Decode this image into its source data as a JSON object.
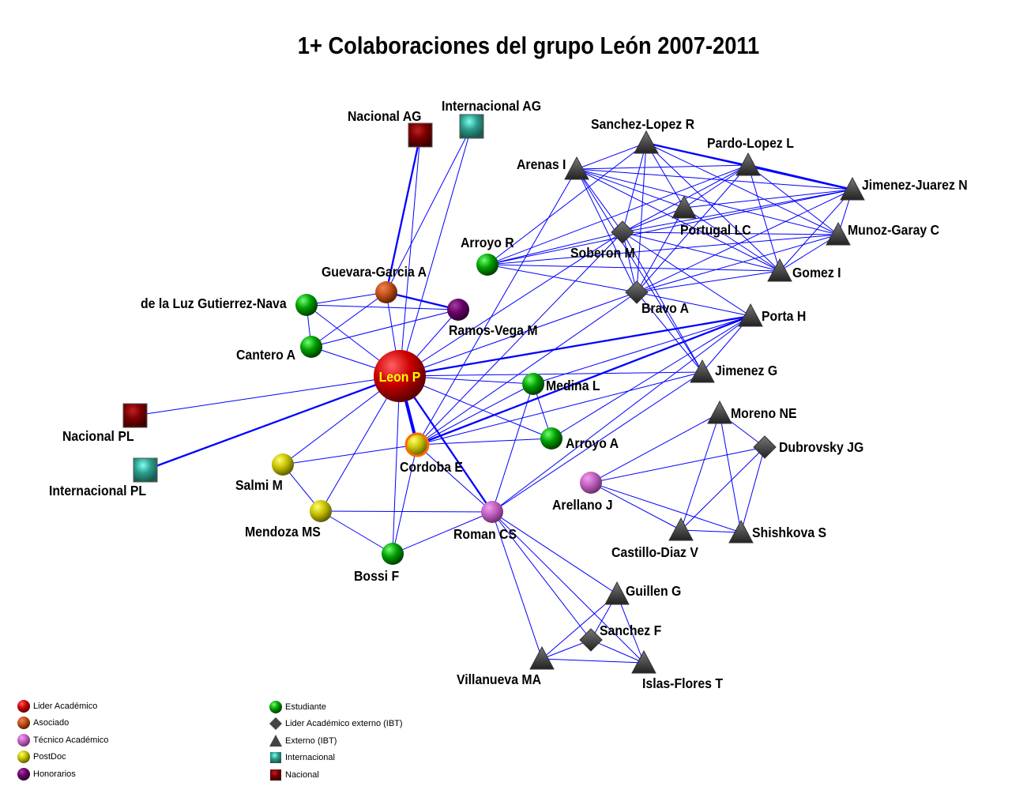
{
  "title": "1+ Colaboraciones del grupo León 2007-2011",
  "colors": {
    "edge": "#0000ff",
    "lider": "#cc0000",
    "asociado": "#c0501a",
    "tecnico": "#c060c0",
    "postdoc": "#c8c000",
    "honorarios": "#6a006a",
    "estudiante": "#00a000",
    "externo": "#444444",
    "internacional": "#2a9a8a",
    "nacional": "#7a0000"
  },
  "nodes": [
    {
      "id": "leon",
      "label": "Leon P",
      "type": "lider"
    },
    {
      "id": "nacag",
      "label": "Nacional AG",
      "type": "nacional"
    },
    {
      "id": "intag",
      "label": "Internacional AG",
      "type": "internacional"
    },
    {
      "id": "sanlop",
      "label": "Sanchez-Lopez R",
      "type": "externo"
    },
    {
      "id": "arenas",
      "label": "Arenas I",
      "type": "externo"
    },
    {
      "id": "pardo",
      "label": "Pardo-Lopez L",
      "type": "externo"
    },
    {
      "id": "jj",
      "label": "Jimenez-Juarez N",
      "type": "externo"
    },
    {
      "id": "portugal",
      "label": "Portugal LC",
      "type": "externo"
    },
    {
      "id": "munoz",
      "label": "Munoz-Garay C",
      "type": "externo"
    },
    {
      "id": "soberon",
      "label": "Soberon M",
      "type": "lider_externo"
    },
    {
      "id": "arroyor",
      "label": "Arroyo R",
      "type": "estudiante"
    },
    {
      "id": "gomez",
      "label": "Gomez I",
      "type": "externo"
    },
    {
      "id": "bravo",
      "label": "Bravo A",
      "type": "lider_externo"
    },
    {
      "id": "porta",
      "label": "Porta H",
      "type": "externo"
    },
    {
      "id": "jimenezg",
      "label": "Jimenez G",
      "type": "externo"
    },
    {
      "id": "guevara",
      "label": "Guevara-Garcia A",
      "type": "asociado"
    },
    {
      "id": "ramos",
      "label": "Ramos-Vega M",
      "type": "honorarios"
    },
    {
      "id": "delaluz",
      "label": "de la Luz Gutierrez-Nava",
      "type": "estudiante"
    },
    {
      "id": "cantero",
      "label": "Cantero A",
      "type": "estudiante"
    },
    {
      "id": "medina",
      "label": "Medina L",
      "type": "estudiante"
    },
    {
      "id": "arroyoa",
      "label": "Arroyo A",
      "type": "estudiante"
    },
    {
      "id": "cordoba",
      "label": "Cordoba E",
      "type": "postdoc"
    },
    {
      "id": "nacpl",
      "label": "Nacional PL",
      "type": "nacional"
    },
    {
      "id": "intpl",
      "label": "Internacional PL",
      "type": "internacional"
    },
    {
      "id": "salmi",
      "label": "Salmi M",
      "type": "postdoc"
    },
    {
      "id": "mendoza",
      "label": "Mendoza MS",
      "type": "postdoc"
    },
    {
      "id": "roman",
      "label": "Roman CS",
      "type": "tecnico"
    },
    {
      "id": "bossi",
      "label": "Bossi F",
      "type": "estudiante"
    },
    {
      "id": "moreno",
      "label": "Moreno NE",
      "type": "externo"
    },
    {
      "id": "dubrovsky",
      "label": "Dubrovsky JG",
      "type": "lider_externo"
    },
    {
      "id": "arellano",
      "label": "Arellano J",
      "type": "tecnico"
    },
    {
      "id": "castillo",
      "label": "Castillo-Diaz V",
      "type": "externo"
    },
    {
      "id": "shishkova",
      "label": "Shishkova S",
      "type": "externo"
    },
    {
      "id": "guillen",
      "label": "Guillen G",
      "type": "externo"
    },
    {
      "id": "sanchezf",
      "label": "Sanchez F",
      "type": "lider_externo"
    },
    {
      "id": "villanueva",
      "label": "Villanueva MA",
      "type": "externo"
    },
    {
      "id": "islas",
      "label": "Islas-Flores T",
      "type": "externo"
    }
  ],
  "edges": [
    [
      "leon",
      "nacag",
      1
    ],
    [
      "leon",
      "intag",
      1
    ],
    [
      "leon",
      "guevara",
      1
    ],
    [
      "leon",
      "ramos",
      1
    ],
    [
      "leon",
      "delaluz",
      1
    ],
    [
      "leon",
      "cantero",
      1
    ],
    [
      "leon",
      "nacpl",
      1
    ],
    [
      "leon",
      "intpl",
      2
    ],
    [
      "leon",
      "salmi",
      1
    ],
    [
      "leon",
      "mendoza",
      1
    ],
    [
      "leon",
      "bossi",
      1
    ],
    [
      "leon",
      "cordoba",
      3
    ],
    [
      "leon",
      "roman",
      2
    ],
    [
      "leon",
      "medina",
      1
    ],
    [
      "leon",
      "arroyoa",
      1
    ],
    [
      "leon",
      "jimenezg",
      1
    ],
    [
      "leon",
      "porta",
      2
    ],
    [
      "leon",
      "soberon",
      1
    ],
    [
      "leon",
      "bravo",
      1
    ],
    [
      "guevara",
      "nacag",
      2
    ],
    [
      "guevara",
      "intag",
      1
    ],
    [
      "guevara",
      "delaluz",
      1
    ],
    [
      "guevara",
      "ramos",
      2
    ],
    [
      "guevara",
      "cantero",
      1
    ],
    [
      "delaluz",
      "ramos",
      1
    ],
    [
      "delaluz",
      "cantero",
      1
    ],
    [
      "cantero",
      "ramos",
      1
    ],
    [
      "cordoba",
      "porta",
      2
    ],
    [
      "cordoba",
      "jimenezg",
      1
    ],
    [
      "cordoba",
      "medina",
      1
    ],
    [
      "cordoba",
      "arroyoa",
      1
    ],
    [
      "cordoba",
      "salmi",
      1
    ],
    [
      "cordoba",
      "bossi",
      1
    ],
    [
      "cordoba",
      "roman",
      1
    ],
    [
      "cordoba",
      "soberon",
      1
    ],
    [
      "cordoba",
      "bravo",
      1
    ],
    [
      "cordoba",
      "arenas",
      1
    ],
    [
      "roman",
      "mendoza",
      1
    ],
    [
      "roman",
      "bossi",
      1
    ],
    [
      "roman",
      "medina",
      1
    ],
    [
      "roman",
      "porta",
      1
    ],
    [
      "roman",
      "jimenezg",
      1
    ],
    [
      "roman",
      "villanueva",
      1
    ],
    [
      "roman",
      "islas",
      1
    ],
    [
      "roman",
      "guillen",
      1
    ],
    [
      "roman",
      "sanchezf",
      1
    ],
    [
      "mendoza",
      "bossi",
      1
    ],
    [
      "mendoza",
      "salmi",
      1
    ],
    [
      "medina",
      "arroyoa",
      1
    ],
    [
      "medina",
      "porta",
      1
    ],
    [
      "sanlop",
      "arenas",
      1
    ],
    [
      "sanlop",
      "pardo",
      1
    ],
    [
      "sanlop",
      "jj",
      2
    ],
    [
      "sanlop",
      "portugal",
      1
    ],
    [
      "sanlop",
      "munoz",
      1
    ],
    [
      "sanlop",
      "soberon",
      1
    ],
    [
      "sanlop",
      "gomez",
      1
    ],
    [
      "sanlop",
      "bravo",
      1
    ],
    [
      "sanlop",
      "arroyor",
      1
    ],
    [
      "arenas",
      "pardo",
      1
    ],
    [
      "arenas",
      "jj",
      1
    ],
    [
      "arenas",
      "munoz",
      1
    ],
    [
      "arenas",
      "gomez",
      1
    ],
    [
      "arenas",
      "soberon",
      1
    ],
    [
      "arenas",
      "bravo",
      1
    ],
    [
      "arenas",
      "portugal",
      1
    ],
    [
      "arenas",
      "jimenezg",
      1
    ],
    [
      "pardo",
      "jj",
      2
    ],
    [
      "pardo",
      "soberon",
      1
    ],
    [
      "pardo",
      "bravo",
      1
    ],
    [
      "pardo",
      "gomez",
      1
    ],
    [
      "pardo",
      "munoz",
      1
    ],
    [
      "pardo",
      "arroyor",
      1
    ],
    [
      "pardo",
      "portugal",
      1
    ],
    [
      "jj",
      "soberon",
      1
    ],
    [
      "jj",
      "bravo",
      1
    ],
    [
      "jj",
      "gomez",
      1
    ],
    [
      "jj",
      "munoz",
      1
    ],
    [
      "jj",
      "arroyor",
      1
    ],
    [
      "jj",
      "portugal",
      1
    ],
    [
      "portugal",
      "soberon",
      1
    ],
    [
      "portugal",
      "bravo",
      1
    ],
    [
      "portugal",
      "gomez",
      1
    ],
    [
      "munoz",
      "soberon",
      1
    ],
    [
      "munoz",
      "bravo",
      1
    ],
    [
      "munoz",
      "gomez",
      1
    ],
    [
      "munoz",
      "arroyor",
      1
    ],
    [
      "soberon",
      "bravo",
      1
    ],
    [
      "soberon",
      "gomez",
      1
    ],
    [
      "soberon",
      "arroyor",
      1
    ],
    [
      "soberon",
      "porta",
      1
    ],
    [
      "soberon",
      "jimenezg",
      1
    ],
    [
      "gomez",
      "arroyor",
      1
    ],
    [
      "gomez",
      "bravo",
      1
    ],
    [
      "bravo",
      "arroyor",
      1
    ],
    [
      "bravo",
      "porta",
      1
    ],
    [
      "bravo",
      "jimenezg",
      1
    ],
    [
      "porta",
      "arroyoa",
      1
    ],
    [
      "porta",
      "jimenezg",
      1
    ],
    [
      "moreno",
      "dubrovsky",
      1
    ],
    [
      "moreno",
      "arellano",
      1
    ],
    [
      "moreno",
      "castillo",
      1
    ],
    [
      "moreno",
      "shishkova",
      1
    ],
    [
      "dubrovsky",
      "arellano",
      1
    ],
    [
      "dubrovsky",
      "castillo",
      1
    ],
    [
      "dubrovsky",
      "shishkova",
      1
    ],
    [
      "arellano",
      "castillo",
      1
    ],
    [
      "arellano",
      "shishkova",
      1
    ],
    [
      "castillo",
      "shishkova",
      1
    ],
    [
      "guillen",
      "sanchezf",
      1
    ],
    [
      "guillen",
      "villanueva",
      1
    ],
    [
      "guillen",
      "islas",
      1
    ],
    [
      "sanchezf",
      "villanueva",
      1
    ],
    [
      "sanchezf",
      "islas",
      1
    ],
    [
      "villanueva",
      "islas",
      1
    ]
  ],
  "legend": {
    "left": [
      {
        "label": "Lider Académico",
        "type": "lider"
      },
      {
        "label": "Asociado",
        "type": "asociado"
      },
      {
        "label": "Técnico Académico",
        "type": "tecnico"
      },
      {
        "label": "PostDoc",
        "type": "postdoc"
      },
      {
        "label": "Honorarios",
        "type": "honorarios"
      }
    ],
    "right": [
      {
        "label": "Estudiante",
        "type": "estudiante"
      },
      {
        "label": "Lider Académico externo (IBT)",
        "type": "lider_externo"
      },
      {
        "label": "Externo (IBT)",
        "type": "externo"
      },
      {
        "label": "Internacional",
        "type": "internacional"
      },
      {
        "label": "Nacional",
        "type": "nacional"
      }
    ]
  }
}
